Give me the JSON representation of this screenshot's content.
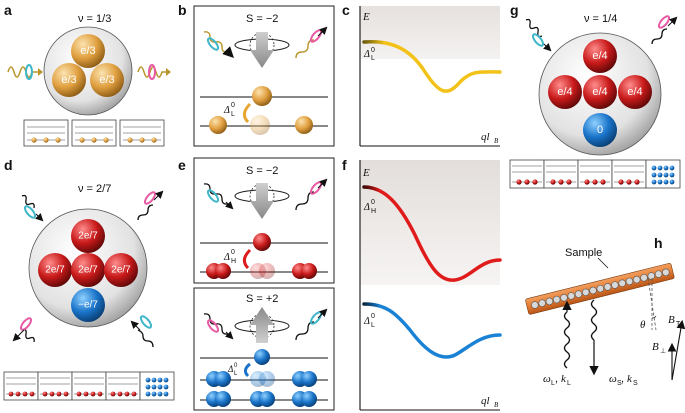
{
  "panels": {
    "a": {
      "label": "a",
      "nu": "ν = 1/3",
      "balls": [
        "e/3",
        "e/3",
        "e/3"
      ]
    },
    "b": {
      "label": "b",
      "spin": "S = −2",
      "gap": "Δ",
      "gap_sub": "L",
      "gap_sup": "0"
    },
    "c": {
      "label": "c",
      "y_axis": "E",
      "x_axis": "ql",
      "x_sub": "B",
      "gap": "Δ",
      "gap_sub": "L",
      "gap_sup": "0"
    },
    "d": {
      "label": "d",
      "nu": "ν = 2/7",
      "balls": [
        "2e/7",
        "2e/7",
        "2e/7",
        "2e/7",
        "−e/7"
      ]
    },
    "e": {
      "label": "e",
      "spin_top": "S = −2",
      "spin_bottom": "S = +2",
      "gap_top": "Δ",
      "gap_top_sub": "H",
      "gap_bottom": "Δ",
      "gap_bottom_sub": "L",
      "gap_sup": "0"
    },
    "f": {
      "label": "f",
      "y_axis": "E",
      "x_axis": "ql",
      "x_sub": "B",
      "gap_top": "Δ",
      "gap_top_sub": "H",
      "gap_bottom": "Δ",
      "gap_bottom_sub": "L",
      "gap_sup": "0"
    },
    "g": {
      "label": "g",
      "nu": "ν = 1/4",
      "balls": [
        "e/4",
        "e/4",
        "e/4",
        "e/4",
        "0"
      ]
    },
    "h": {
      "label": "h",
      "sample": "Sample",
      "theta": "θ",
      "B_T": "B",
      "B_T_sub": "T",
      "B_perp": "B",
      "B_perp_sub": "⊥",
      "omega_L": "ω",
      "omega_L_sub": "L",
      "k_L": "k",
      "k_L_sub": "L",
      "omega_S": "ω",
      "omega_S_sub": "S",
      "k_S": "k",
      "k_S_sub": "S"
    }
  },
  "colors": {
    "gold": "#e8a533",
    "red": "#cc1f1f",
    "blue": "#1a73c9",
    "yellow_curve": "#f2c218",
    "red_curve": "#e01b1b",
    "blue_curve": "#1a82d4",
    "shade": "#ece8e6",
    "orange": "#e8873a"
  }
}
